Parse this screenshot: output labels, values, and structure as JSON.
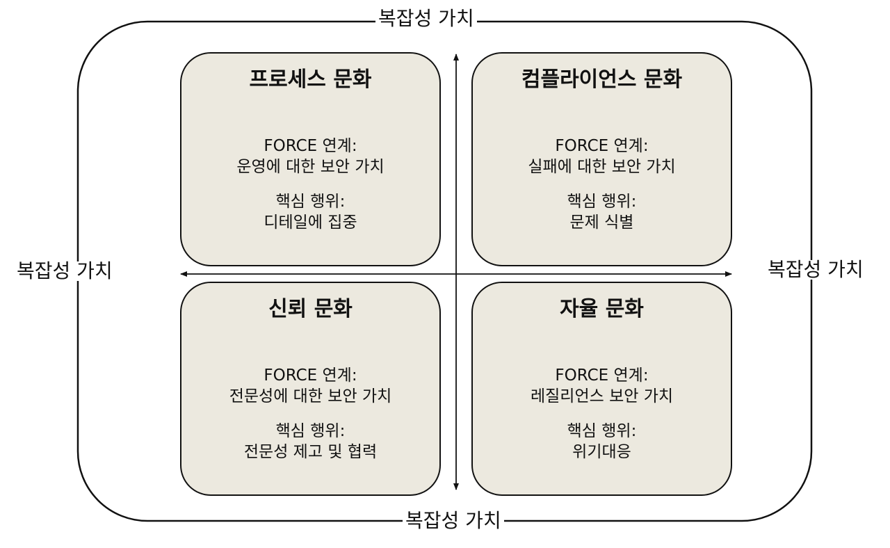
{
  "edge_labels": {
    "top": "복잡성 가치",
    "bottom": "복잡성 가치",
    "left": "복잡성 가치",
    "right": "복잡성 가치"
  },
  "quadrants": {
    "top_left": {
      "title": "프로세스 문화",
      "force_label": "FORCE 연계:",
      "force_value": "운영에 대한 보안 가치",
      "behavior_label": "핵심 행위:",
      "behavior_value": "디테일에 집중"
    },
    "top_right": {
      "title": "컴플라이언스 문화",
      "force_label": "FORCE 연계:",
      "force_value": "실패에 대한 보안 가치",
      "behavior_label": "핵심 행위:",
      "behavior_value": "문제 식별"
    },
    "bottom_left": {
      "title": "신뢰 문화",
      "force_label": "FORCE 연계:",
      "force_value": "전문성에 대한 보안 가치",
      "behavior_label": "핵심 행위:",
      "behavior_value": "전문성 제고 및 협력"
    },
    "bottom_right": {
      "title": "자율 문화",
      "force_label": "FORCE 연계:",
      "force_value": "레질리언스 보안 가치",
      "behavior_label": "핵심 행위:",
      "behavior_value": "위기대응"
    }
  },
  "colors": {
    "box_fill": "#ece9df",
    "stroke": "#111111"
  }
}
